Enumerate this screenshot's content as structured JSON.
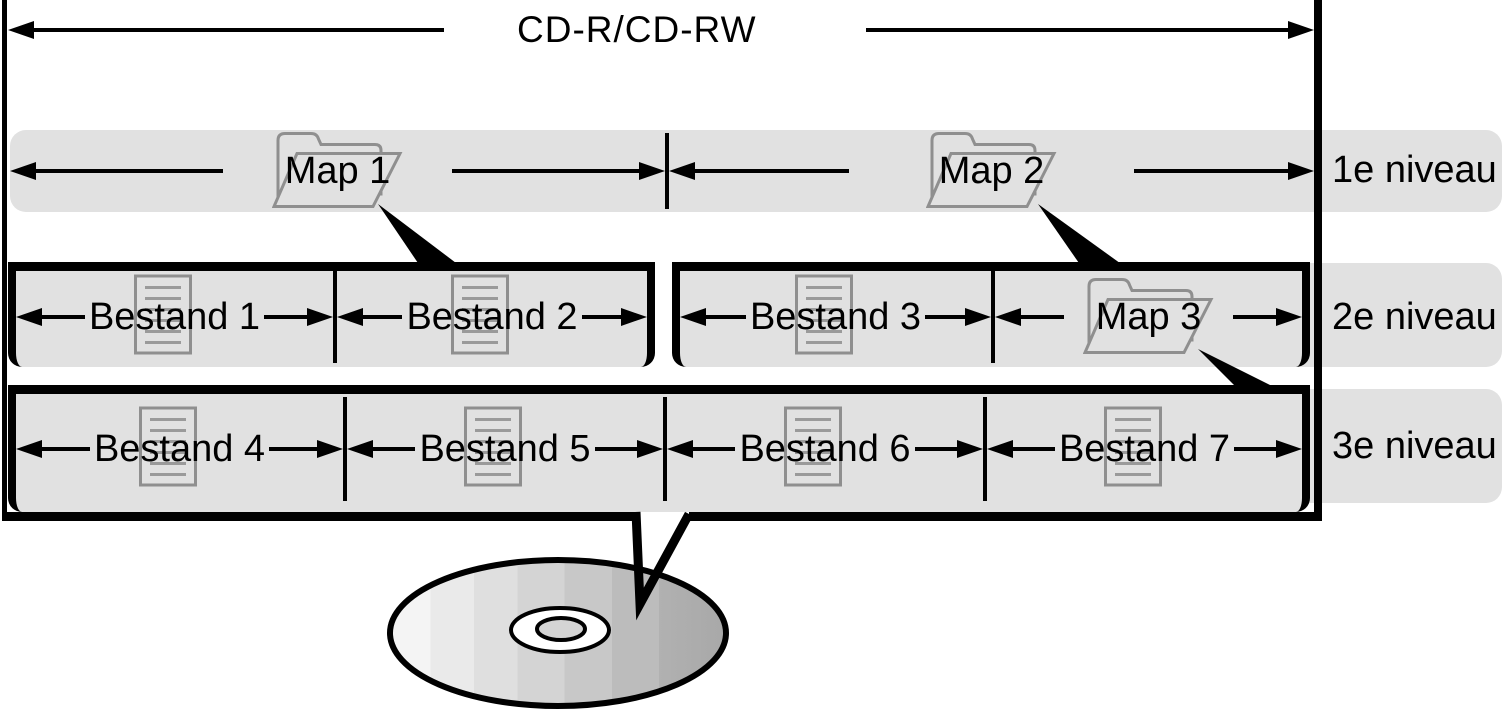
{
  "title": "CD-R/CD-RW",
  "levels": [
    {
      "name": "1e niveau",
      "items": [
        {
          "label": "Map 1",
          "icon": "folder-icon"
        },
        {
          "label": "Map 2",
          "icon": "folder-icon"
        }
      ]
    },
    {
      "name": "2e niveau",
      "items": [
        {
          "label": "Bestand 1",
          "icon": "document-icon"
        },
        {
          "label": "Bestand 2",
          "icon": "document-icon"
        },
        {
          "label": "Bestand 3",
          "icon": "document-icon"
        },
        {
          "label": "Map 3",
          "icon": "folder-icon"
        }
      ]
    },
    {
      "name": "3e niveau",
      "items": [
        {
          "label": "Bestand 4",
          "icon": "document-icon"
        },
        {
          "label": "Bestand 5",
          "icon": "document-icon"
        },
        {
          "label": "Bestand 6",
          "icon": "document-icon"
        },
        {
          "label": "Bestand 7",
          "icon": "document-icon"
        }
      ]
    }
  ],
  "icons": {
    "folder": "folder-icon",
    "document": "document-icon",
    "disc": "cd-disc-icon"
  },
  "colors": {
    "band_gray": "#e1e1e1",
    "line_black": "#000000",
    "icon_outline_gray": "#8f8f8f",
    "doc_line_gray": "#9a9a9a",
    "disc_light": "#f4f4f4",
    "disc_dark": "#a8a8a8"
  }
}
